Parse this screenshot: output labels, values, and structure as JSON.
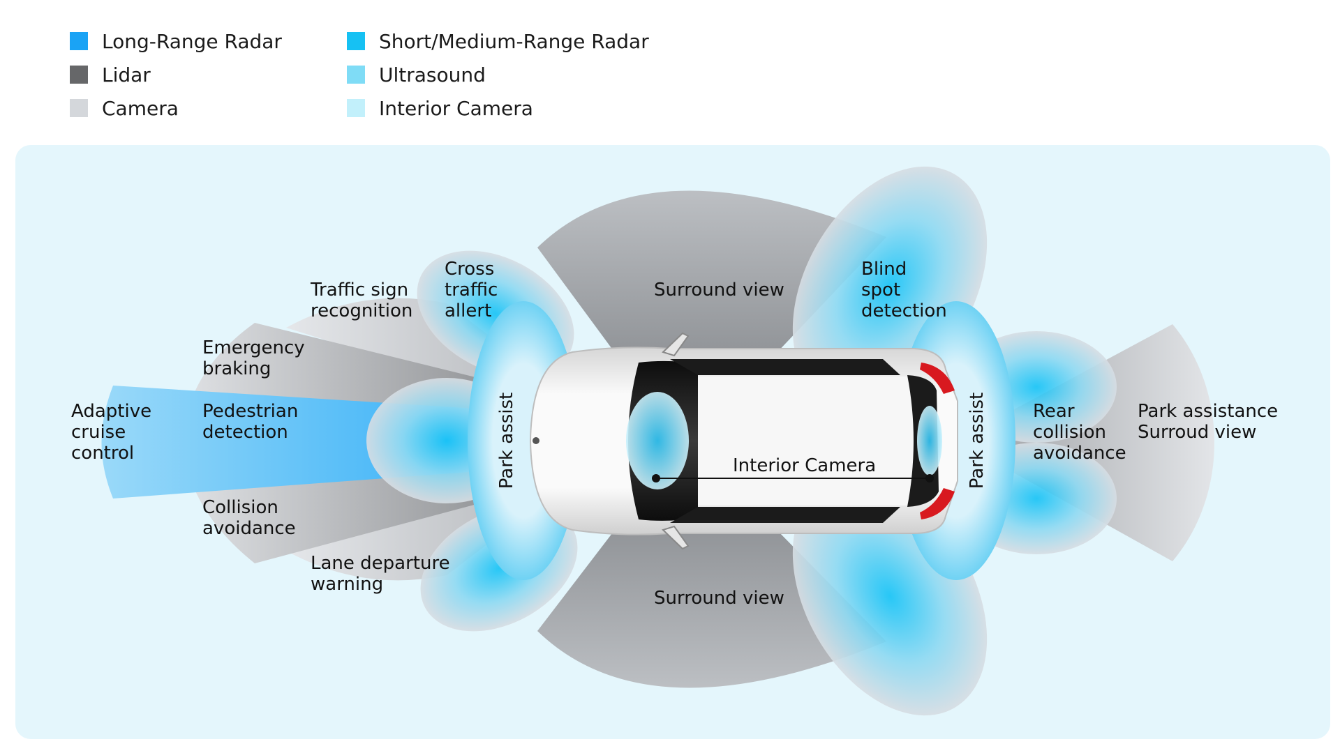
{
  "legend": {
    "items": [
      {
        "label": "Long-Range Radar",
        "color": "#1aa3f5"
      },
      {
        "label": "Lidar",
        "color": "#666769"
      },
      {
        "label": "Camera",
        "color": "#d4d7db"
      },
      {
        "label": "Short/Medium-Range Radar",
        "color": "#16c1f3"
      },
      {
        "label": "Ultrasound",
        "color": "#7fdcf6"
      },
      {
        "label": "Interior Camera",
        "color": "#c2f0fb"
      }
    ]
  },
  "labels": {
    "adaptive_cruise": [
      "Adaptive",
      "cruise",
      "control"
    ],
    "emergency_braking": [
      "Emergency",
      "braking"
    ],
    "pedestrian_detection": [
      "Pedestrian",
      "detection"
    ],
    "collision_avoidance": [
      "Collision",
      "avoidance"
    ],
    "traffic_sign": [
      "Traffic sign",
      "recognition"
    ],
    "lane_departure": [
      "Lane departure",
      "warning"
    ],
    "cross_traffic": [
      "Cross",
      "traffic",
      "allert"
    ],
    "surround_view_top": "Surround view",
    "surround_view_bottom": "Surround view",
    "blind_spot": [
      "Blind",
      "spot",
      "detection"
    ],
    "park_assist_front": "Park assist",
    "park_assist_rear": "Park assist",
    "rear_collision": [
      "Rear",
      "collision",
      "avoidance"
    ],
    "park_assistance_surround": [
      "Park assistance",
      "Surroud view"
    ],
    "interior_camera": "Interior Camera"
  },
  "colors": {
    "panel_background": "#e4f6fc",
    "car_body": "#f2f2f2",
    "car_glass": "#1c1c1c",
    "tail_light": "#d8191f"
  }
}
